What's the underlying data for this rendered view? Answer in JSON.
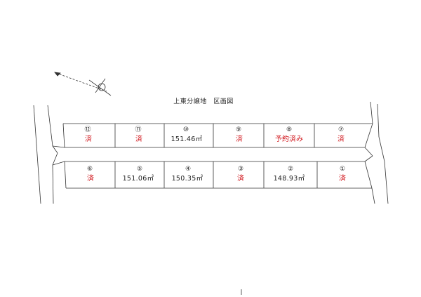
{
  "title": "上東分譲地　区画図",
  "colors": {
    "sold": "#d0141a",
    "line": "#333333"
  },
  "compass": {
    "icon": "north-arrow-icon"
  },
  "lots_top": [
    {
      "number": "⑫",
      "status": "済",
      "area": ""
    },
    {
      "number": "⑪",
      "status": "済",
      "area": ""
    },
    {
      "number": "⑩",
      "status": "",
      "area": "151.46㎡"
    },
    {
      "number": "⑨",
      "status": "済",
      "area": ""
    },
    {
      "number": "⑧",
      "status": "予約済み",
      "area": ""
    },
    {
      "number": "⑦",
      "status": "済",
      "area": ""
    }
  ],
  "lots_bottom": [
    {
      "number": "⑥",
      "status": "済",
      "area": ""
    },
    {
      "number": "⑤",
      "status": "",
      "area": "151.06㎡"
    },
    {
      "number": "④",
      "status": "",
      "area": "150.35㎡"
    },
    {
      "number": "③",
      "status": "済",
      "area": ""
    },
    {
      "number": "②",
      "status": "",
      "area": "148.93㎡"
    },
    {
      "number": "①",
      "status": "済",
      "area": ""
    }
  ]
}
